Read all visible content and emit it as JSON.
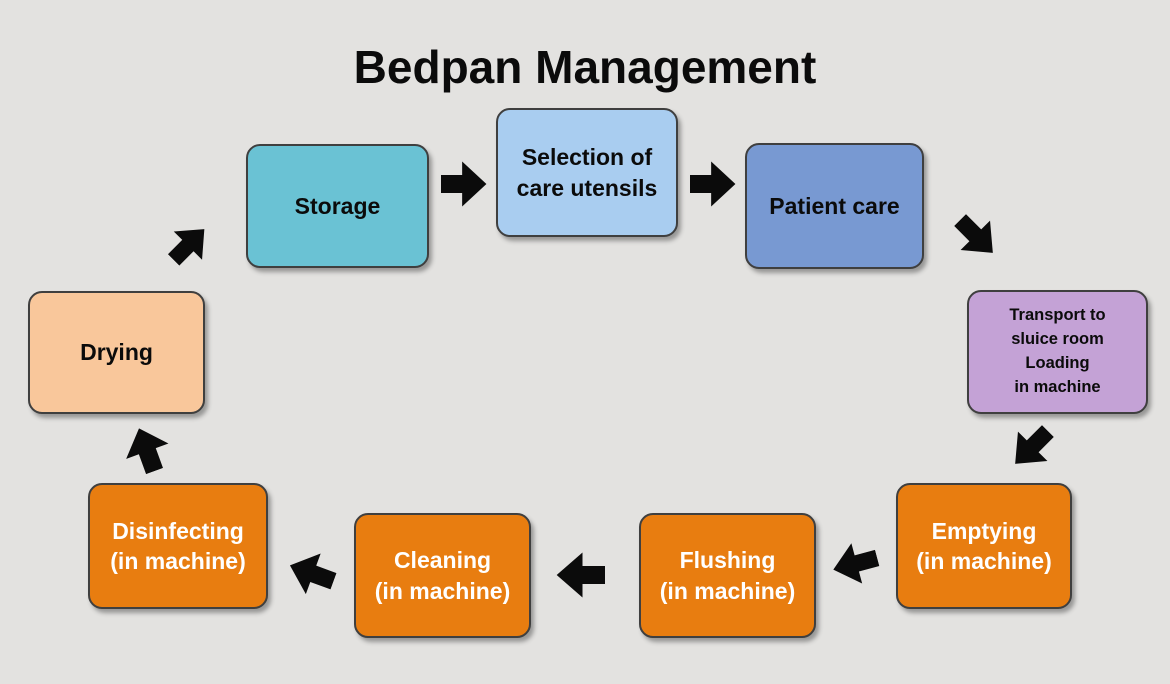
{
  "title": "Bedpan Management",
  "background_color": "#e3e2e0",
  "arrow_color": "#0b0b0b",
  "nodes": [
    {
      "id": "storage",
      "lines": [
        "Storage"
      ],
      "bg": "#6ac2d4",
      "text_color": "#000000"
    },
    {
      "id": "selection",
      "lines": [
        "Selection of",
        "care utensils"
      ],
      "bg": "#a9cdf0",
      "text_color": "#000000"
    },
    {
      "id": "patient-care",
      "lines": [
        "Patient care"
      ],
      "bg": "#7899d2",
      "text_color": "#000000"
    },
    {
      "id": "transport",
      "lines": [
        "Transport to",
        "sluice room",
        "Loading",
        "in machine"
      ],
      "bg": "#c4a2d6",
      "text_color": "#000000"
    },
    {
      "id": "emptying",
      "lines": [
        "Emptying",
        "(in machine)"
      ],
      "bg": "#e87d10",
      "text_color": "#ffffff"
    },
    {
      "id": "flushing",
      "lines": [
        "Flushing",
        "(in machine)"
      ],
      "bg": "#e87d10",
      "text_color": "#ffffff"
    },
    {
      "id": "cleaning",
      "lines": [
        "Cleaning",
        "(in machine)"
      ],
      "bg": "#e87d10",
      "text_color": "#ffffff"
    },
    {
      "id": "disinfecting",
      "lines": [
        "Disinfecting",
        "(in machine)"
      ],
      "bg": "#e87d10",
      "text_color": "#ffffff"
    },
    {
      "id": "drying",
      "lines": [
        "Drying"
      ],
      "bg": "#f9c79b",
      "text_color": "#000000"
    }
  ],
  "arrows": [
    {
      "from": "storage",
      "to": "selection",
      "direction": "right"
    },
    {
      "from": "selection",
      "to": "patient-care",
      "direction": "right"
    },
    {
      "from": "patient-care",
      "to": "transport",
      "direction": "down-right"
    },
    {
      "from": "transport",
      "to": "emptying",
      "direction": "down-left"
    },
    {
      "from": "emptying",
      "to": "flushing",
      "direction": "left-down"
    },
    {
      "from": "flushing",
      "to": "cleaning",
      "direction": "left"
    },
    {
      "from": "cleaning",
      "to": "disinfecting",
      "direction": "left-up"
    },
    {
      "from": "disinfecting",
      "to": "drying",
      "direction": "up-left"
    },
    {
      "from": "drying",
      "to": "storage",
      "direction": "up-right"
    }
  ]
}
